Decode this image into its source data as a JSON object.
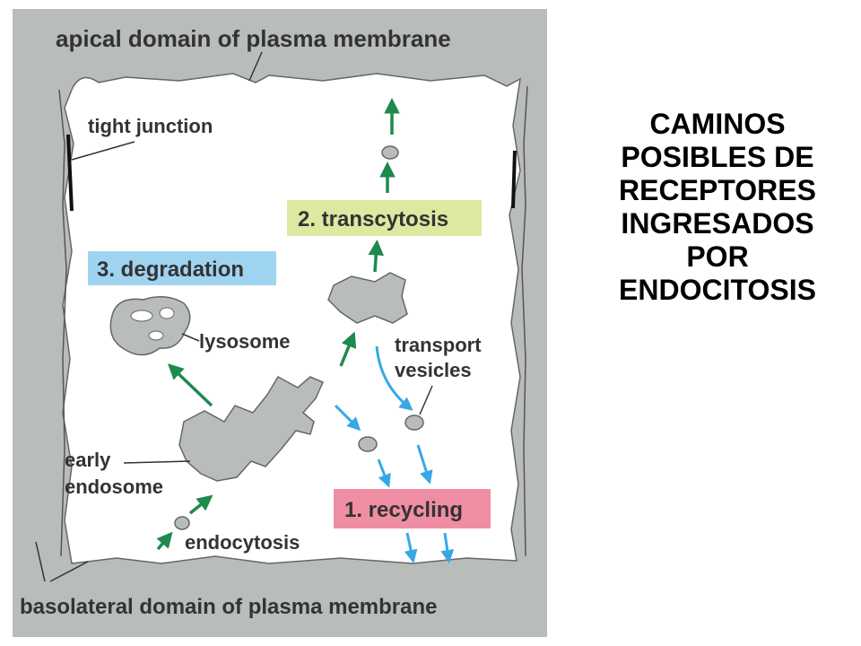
{
  "title_lines": [
    "CAMINOS",
    "POSIBLES DE",
    "RECEPTORES",
    "INGRESADOS",
    "POR",
    "ENDOCITOSIS"
  ],
  "labels": {
    "apical": "apical domain of plasma membrane",
    "tight_junction": "tight junction",
    "transcytosis": "2. transcytosis",
    "degradation": "3. degradation",
    "lysosome": "lysosome",
    "transport_1": "transport",
    "transport_2": "vesicles",
    "early_1": "early",
    "early_2": "endosome",
    "recycling": "1. recycling",
    "endocytosis": "endocytosis",
    "basolateral": "basolateral domain of plasma membrane"
  },
  "colors": {
    "membrane": "#b9bdb9",
    "transcytosis_box": "#dde8a0",
    "degradation_box": "#9fd4f0",
    "recycling_box": "#ef8ea2",
    "green_arrow": "#1e8a4c",
    "blue_arrow": "#36a8e6"
  }
}
